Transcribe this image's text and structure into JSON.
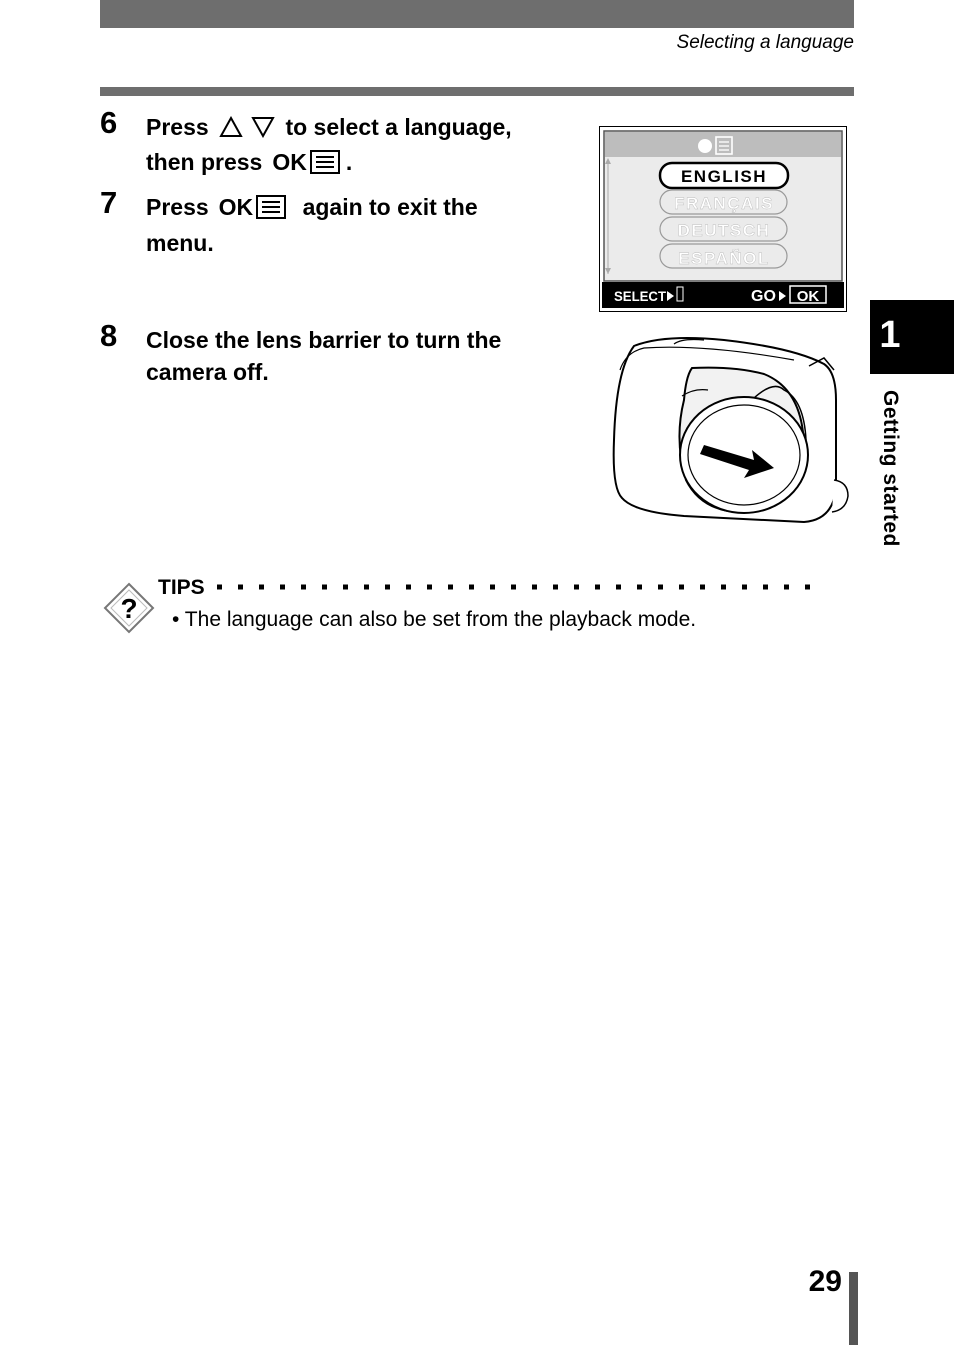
{
  "header": {
    "section_title": "Selecting a language"
  },
  "steps": [
    {
      "number": "6",
      "press": "Press",
      "line1_rest": "to select a language,",
      "line2": "then press",
      "ok": "OK",
      "end": "."
    },
    {
      "number": "7",
      "press": "Press",
      "ok": "OK",
      "rest": "again to exit the",
      "line2": "menu."
    },
    {
      "number": "8",
      "line1": "Close the lens barrier to turn the",
      "line2": "camera off."
    }
  ],
  "lcd": {
    "languages": [
      "ENGLISH",
      "FRANÇAIS",
      "DEUTSCH",
      "ESPAÑOL"
    ],
    "selected": "ENGLISH",
    "select_label": "SELECT",
    "go_label": "GO",
    "ok_label": "OK"
  },
  "tips": {
    "label": "TIPS",
    "items": [
      "•  The language can also be set from the playback mode."
    ]
  },
  "side_tab": {
    "chapter": "1",
    "label": "Getting started"
  },
  "page_number": "29"
}
